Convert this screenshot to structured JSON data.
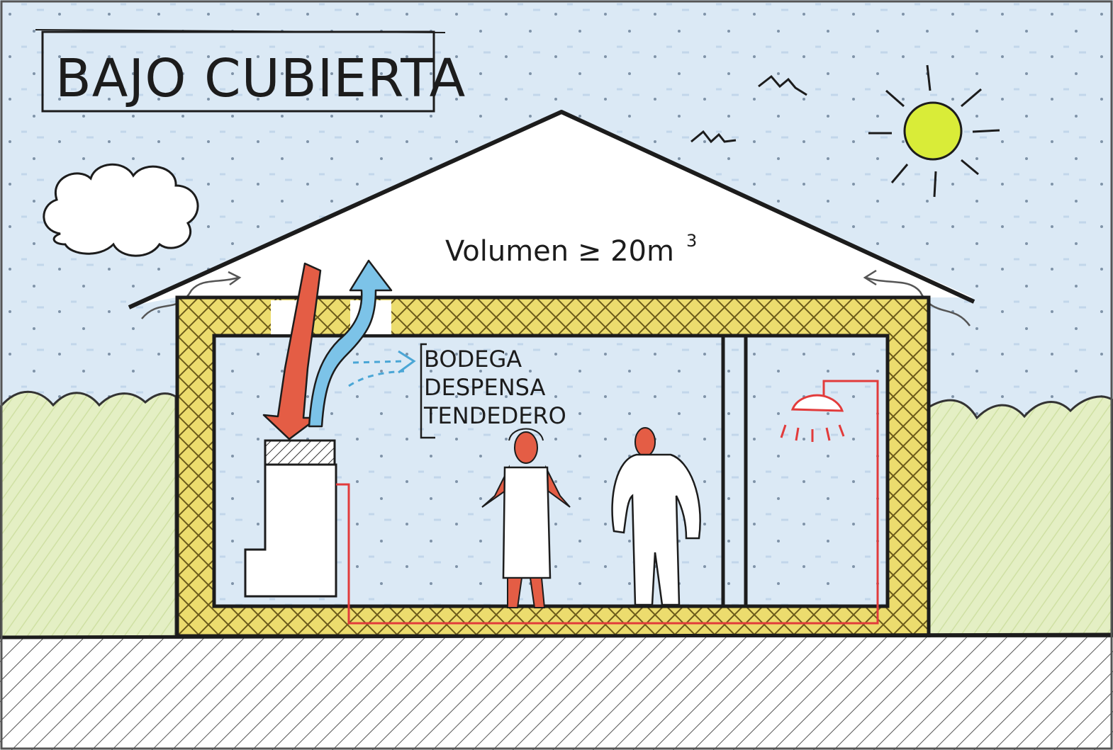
{
  "title": "BAJO CUBIERTA",
  "volume": {
    "label": "Volumen ≥ 20m",
    "superscript": "3"
  },
  "room_uses": [
    "BODEGA",
    "DESPENSA",
    "TENDEDERO"
  ],
  "colors": {
    "sky": "#dbe9f5",
    "grass": "#e4efc4",
    "insulation": "#ecdc6e",
    "warm_air": "#e45d45",
    "cool_air": "#7cc3e8",
    "hot_water_pipe": "#e23b3b",
    "sun": "#d9ec38",
    "ink": "#1c1c1c"
  },
  "icons": [
    "sun-icon",
    "bird-icon",
    "cloud-icon",
    "shower-icon",
    "boiler-icon",
    "person-icon"
  ]
}
